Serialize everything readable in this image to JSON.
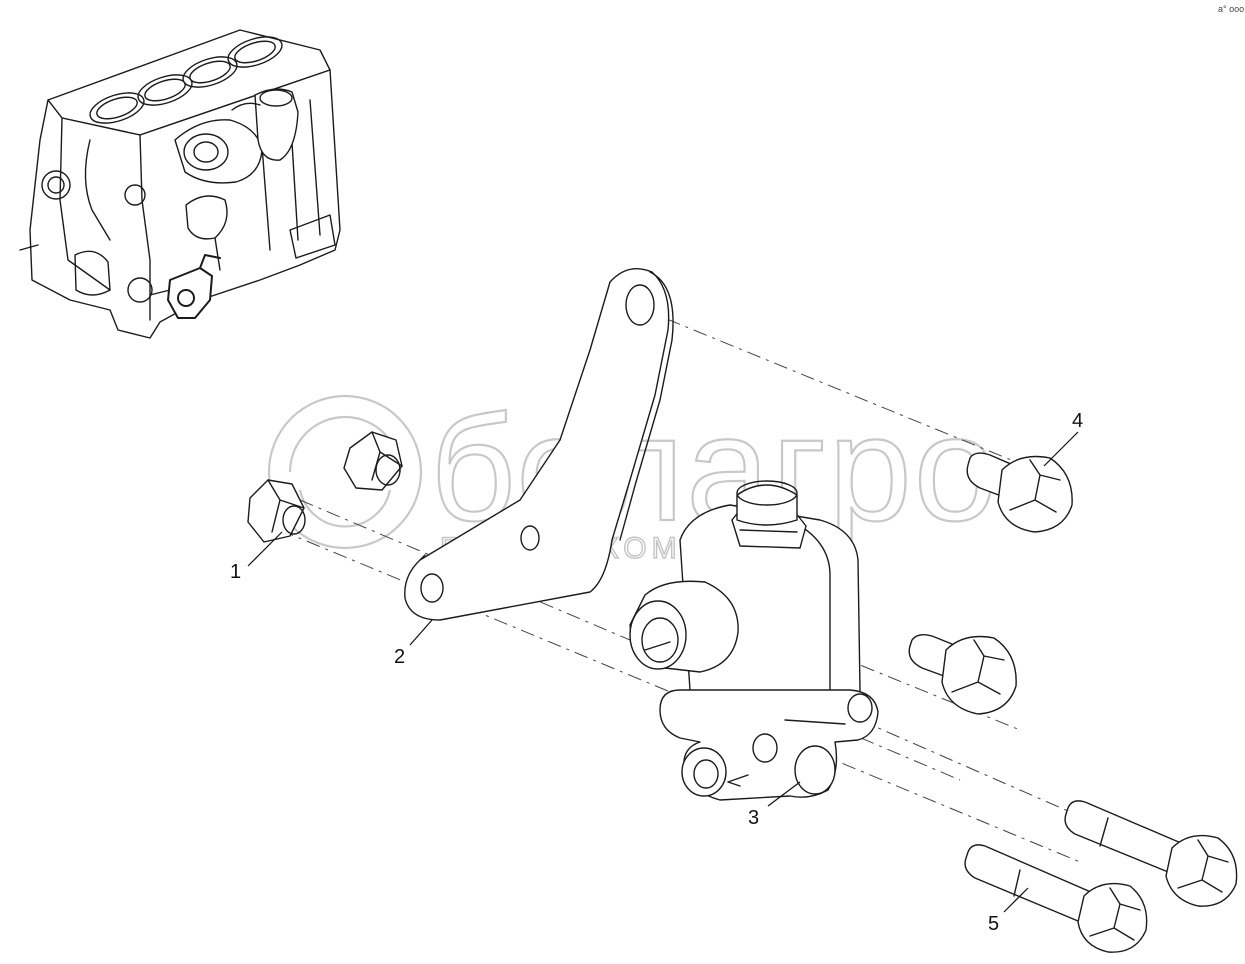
{
  "watermark": {
    "brand": "белагро",
    "tagline": "ГРУППА КОМПАНИИ"
  },
  "corner_mark": "a° ooo",
  "callouts": [
    {
      "id": "1",
      "label": "1"
    },
    {
      "id": "2",
      "label": "2"
    },
    {
      "id": "3",
      "label": "3"
    },
    {
      "id": "4",
      "label": "4"
    },
    {
      "id": "5",
      "label": "5"
    }
  ],
  "colors": {
    "line": "#1b1b1b",
    "watermark": "#c8c8c8",
    "background": "#ffffff"
  }
}
